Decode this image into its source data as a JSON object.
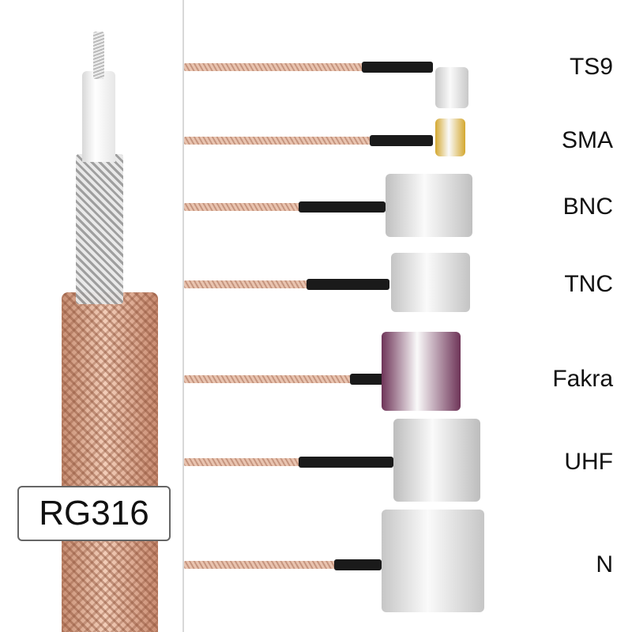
{
  "cable_label": "RG316",
  "connectors": [
    {
      "label": "TS9",
      "color": "#c8c8c8"
    },
    {
      "label": "SMA",
      "color": "#d4a830"
    },
    {
      "label": "BNC",
      "color": "#c0c0c0"
    },
    {
      "label": "TNC",
      "color": "#c4c4c4"
    },
    {
      "label": "Fakra",
      "color": "#6e3458"
    },
    {
      "label": "UHF",
      "color": "#bdbdbd"
    },
    {
      "label": "N",
      "color": "#c6c6c6"
    }
  ]
}
